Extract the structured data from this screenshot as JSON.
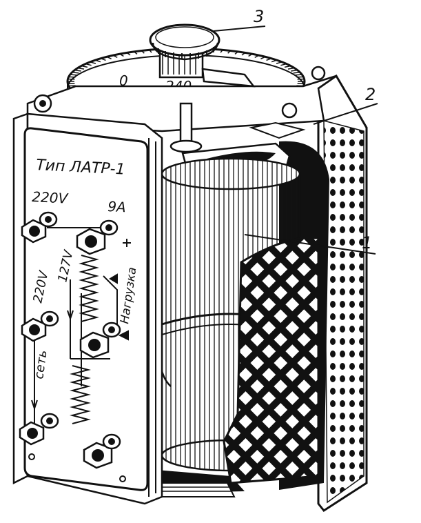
{
  "callouts": [
    {
      "number": "1"
    },
    {
      "number": "2"
    },
    {
      "number": "3"
    }
  ],
  "dial": {
    "mark_zero": "0",
    "mark_240": "240"
  },
  "nameplate": {
    "type_label": "Тип ЛАТР-1",
    "voltage_rating": "220V",
    "current_rating": "9A",
    "input_220": "220V",
    "input_127": "127V",
    "network_label": "сеть",
    "load_label": "Нагрузка"
  },
  "colors": {
    "ink": "#111111",
    "paper": "#ffffff"
  },
  "icons": {
    "knob": "adjusting-knob-icon",
    "terminal": "terminal-screw-icon",
    "coil": "toroidal-winding-icon"
  }
}
